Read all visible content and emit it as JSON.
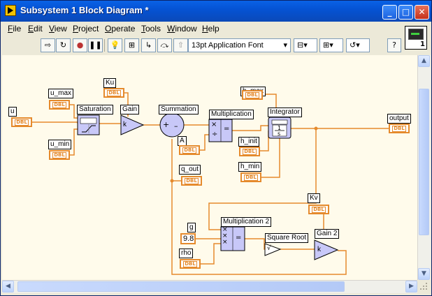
{
  "window": {
    "title": "Subsystem 1 Block Diagram *",
    "controls": {
      "minimize": "_",
      "maximize": "□",
      "close": "✕"
    }
  },
  "menu": [
    "File",
    "Edit",
    "View",
    "Project",
    "Operate",
    "Tools",
    "Window",
    "Help"
  ],
  "toolbar": {
    "font_select": "13pt Application Font",
    "help": "?"
  },
  "context_icon_number": "1",
  "diagram": {
    "labels": {
      "u": "u",
      "u_max": "u_max",
      "u_min": "u_min",
      "ku": "Ku",
      "saturation": "Saturation",
      "gain": "Gain",
      "summation": "Summation",
      "multiplication": "Multiplication",
      "integrator": "Integrator",
      "h_max": "h_max",
      "h_init": "h_init",
      "h_min": "h_min",
      "a": "A",
      "q_out": "q_out",
      "output": "output",
      "g": "g",
      "rho": "rho",
      "multiplication2": "Multiplication 2",
      "square_root": "Square Root",
      "kv": "Kv",
      "gain2": "Gain 2"
    },
    "g_value": "9.8",
    "dbl_tag": "DBL",
    "gain_letter": "k",
    "integrator_fraction": {
      "num": "1",
      "den": "s"
    },
    "sum_plus": "+",
    "sum_minus": "–"
  },
  "colors": {
    "wire": "#e58a2c",
    "title_bar": "#0553d4",
    "canvas": "#fffbeb",
    "block_fill": "#c8c8f8"
  }
}
